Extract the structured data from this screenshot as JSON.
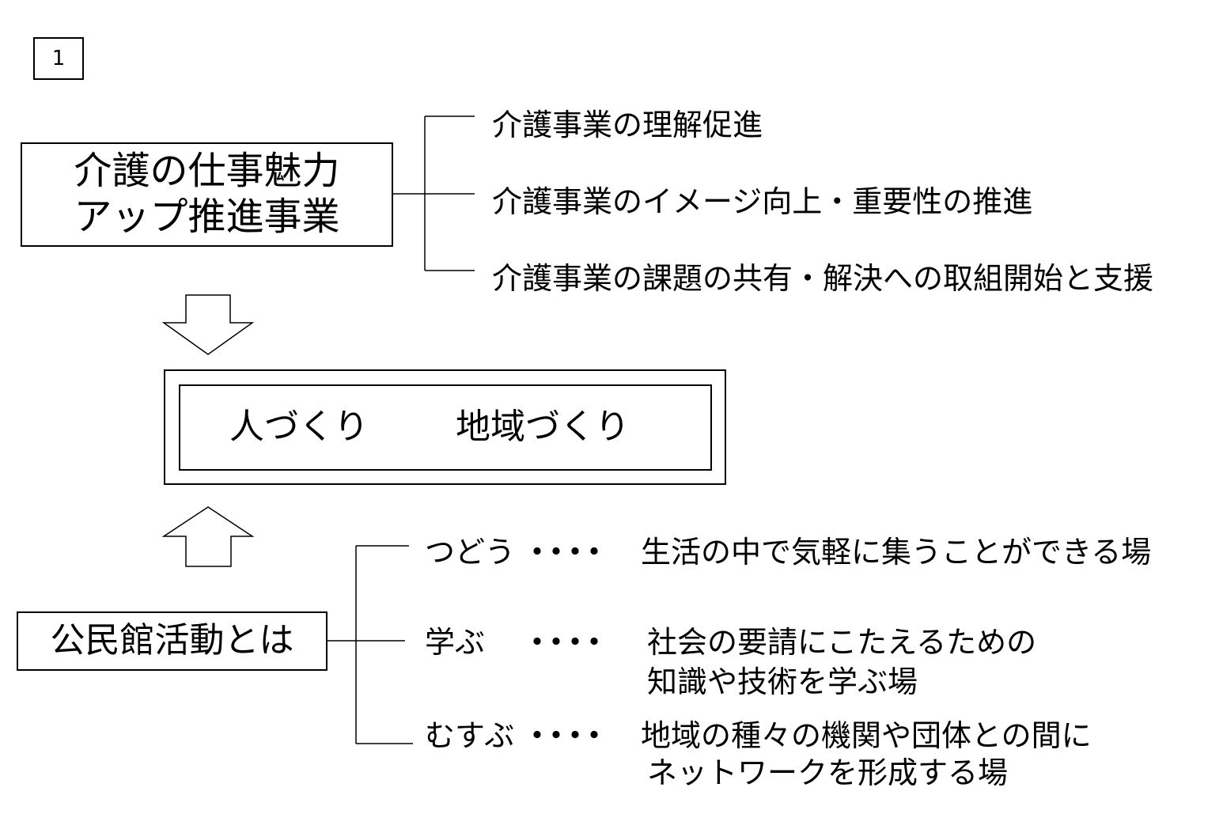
{
  "page_number": "1",
  "top_box": {
    "line1": "介護の仕事魅力",
    "line2": "アップ推進事業"
  },
  "top_items": [
    "介護事業の理解促進",
    "介護事業のイメージ向上・重要性の推進",
    "介護事業の課題の共有・解決への取組開始と支援"
  ],
  "center_box": {
    "left": "人づくり",
    "right": "地域づくり"
  },
  "bottom_box": {
    "label": "公民館活動とは"
  },
  "bottom_items": [
    {
      "key": "つどう",
      "dots": "・・・・",
      "lines": [
        "生活の中で気軽に集うことができる場"
      ]
    },
    {
      "key": "学ぶ",
      "dots": "・・・・",
      "lines": [
        "社会の要請にこたえるための",
        "知識や技術を学ぶ場"
      ]
    },
    {
      "key": "むすぶ",
      "dots": "・・・・",
      "lines": [
        "地域の種々の機関や団体との間に",
        "ネットワークを形成する場"
      ]
    }
  ]
}
